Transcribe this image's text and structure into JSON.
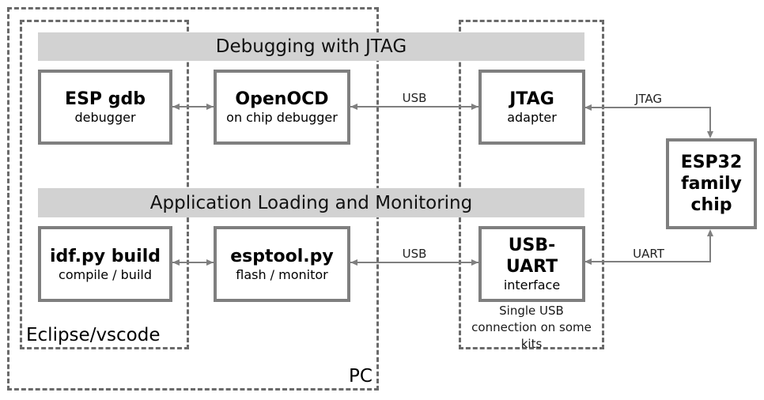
{
  "colors": {
    "bar_background": "#d2d2d2",
    "box_border": "#7f7f7f",
    "dashed_border": "#6a6a6a",
    "arrow": "#7f7f7f",
    "text": "#000000"
  },
  "sections": {
    "debugging_title": "Debugging with JTAG",
    "loading_title": "Application Loading and Monitoring"
  },
  "groups": {
    "pc_label": "PC",
    "ide_label": "Eclipse/vscode",
    "kit_note": "Single USB\nconnection on some\nkits"
  },
  "nodes": {
    "esp_gdb": {
      "title": "ESP gdb",
      "subtitle": "debugger"
    },
    "openocd": {
      "title": "OpenOCD",
      "subtitle": "on chip debugger"
    },
    "jtag_adapter": {
      "title": "JTAG",
      "subtitle": "adapter"
    },
    "idf_build": {
      "title": "idf.py build",
      "subtitle": "compile / build"
    },
    "esptool": {
      "title": "esptool.py",
      "subtitle": "flash / monitor"
    },
    "usb_uart": {
      "title": "USB-UART",
      "subtitle": "interface"
    },
    "esp32": {
      "title": "ESP32 family chip"
    }
  },
  "links": {
    "usb_top": "USB",
    "usb_bottom": "USB",
    "jtag": "JTAG",
    "uart": "UART"
  }
}
